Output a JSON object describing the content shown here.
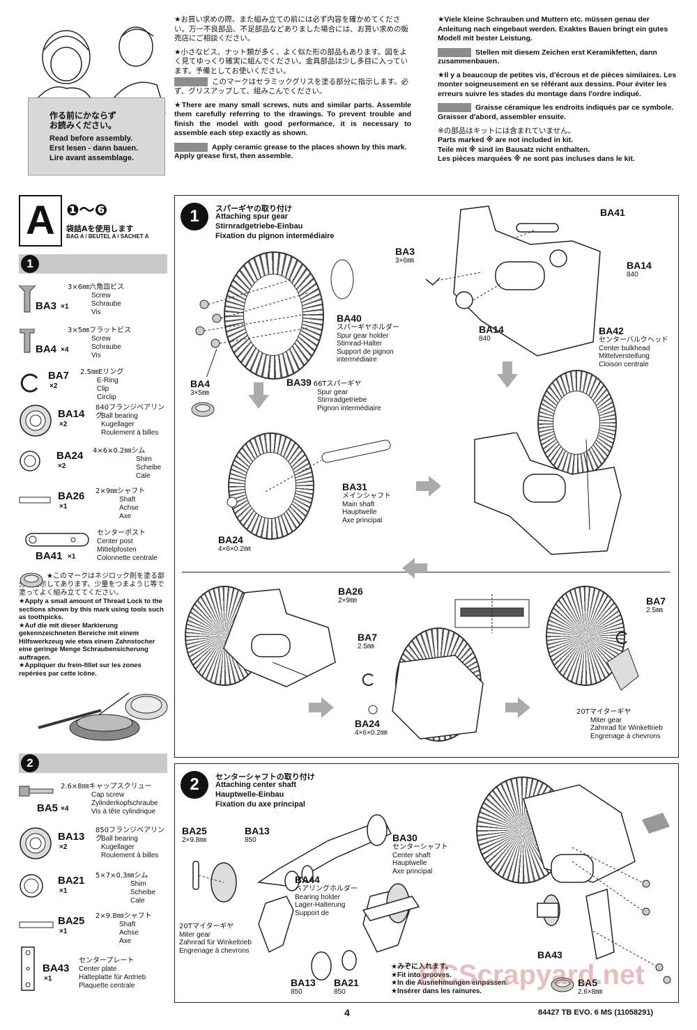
{
  "header": {
    "read_jp": "作る前にかならず\nお読みください。",
    "read_en": "Read before assembly.",
    "read_de": "Erst lesen - dann bauen.",
    "read_fr": "Lire avant assemblage.",
    "col1_jp": "★お買い求めの際、また組み立ての前には必ず内容を確かめてください。万一不良部品、不足部品などありました場合には、お買い求めの販売店にご相談ください。",
    "col1_jp2": "★小さなビス、ナット類が多く、よく似た形の部品もあります。図をよく見てゆっくり確実に組んでください。金具部品は少し多目に入っています。予備としてお使いください。",
    "col1_grease_jp": "このマークはセラミックグリスを塗る部分に指示します。必ず、グリスアップして、組みこんでください。",
    "col1_en": "★There are many small screws, nuts and similar parts. Assemble them carefully referring to the drawings. To prevent trouble and finish the model with good performance, it is necessary to assemble each step exactly as shown.",
    "col1_grease_en": "Apply ceramic grease to the places shown by this mark. Apply grease first, then assemble.",
    "col2_de": "★Viele kleine Schrauben und Muttern etc. müssen genau der Anleitung nach eingebaut werden. Exaktes Bauen bringt ein gutes Modell mit bester Leistung.",
    "col2_grease_de": "Stellen mit diesem Zeichen erst Keramikfetten, dann zusammenbauen.",
    "col2_fr": "★Il y a beaucoup de petites vis, d'écrous et de pièces similaires. Les monter soigneusement en se référant aux dessins. Pour éviter les erreurs suivre les stades du montage dans l'ordre indiqué.",
    "col2_grease_fr": "Graisse céramique les endroits indiqués par ce symbole. Graisser d'abord, assembler ensuite.",
    "col2_notincl_jp": "※の部品はキットには含まれていません。",
    "col2_notincl_en": "Parts marked ※ are not included in kit.",
    "col2_notincl_de": "Teile mit ※ sind im Bausatz nicht enthalten.",
    "col2_notincl_fr": "Les pièces marquées ※ ne sont pas incluses dans le kit."
  },
  "bag": {
    "letter": "A",
    "range": "❶～❻",
    "label_jp": "袋詰Aを使用します",
    "label_multi": "BAG A / BEUTEL A / SACHET A"
  },
  "step1_parts": [
    {
      "code": "BA3",
      "qty": "×1",
      "jp": "3×6㎜六角皿ビス",
      "en": "Screw",
      "de": "Schraube",
      "fr": "Vis"
    },
    {
      "code": "BA4",
      "qty": "×4",
      "jp": "3×5㎜フラットビス",
      "en": "Screw",
      "de": "Schraube",
      "fr": "Vis"
    },
    {
      "code": "BA7",
      "qty": "×2",
      "jp": "2.5㎜Eリング",
      "en": "E-Ring",
      "de": "Clip",
      "fr": "Circlip"
    },
    {
      "code": "BA14",
      "qty": "×2",
      "jp": "840フランジベアリング",
      "en": "Ball bearing",
      "de": "Kugellager",
      "fr": "Roulement à billes"
    },
    {
      "code": "BA24",
      "qty": "×2",
      "jp": "4×6×0.2㎜シム",
      "en": "Shim",
      "de": "Scheibe",
      "fr": "Cale"
    },
    {
      "code": "BA26",
      "qty": "×1",
      "jp": "2×9㎜シャフト",
      "en": "Shaft",
      "de": "Achse",
      "fr": "Axe"
    },
    {
      "code": "BA41",
      "qty": "×1",
      "jp": "センターポスト",
      "en": "Center post",
      "de": "Mittelpfosten",
      "fr": "Colonnette centrale"
    }
  ],
  "threadlock": {
    "jp": "★このマークはネジロック剤を塗る部分に指示してあります。少量をつまようじ等で塗ってよく組み立ててください。",
    "en": "★Apply a small amount of Thread Lock to the sections shown by this mark using tools such as toothpicks.",
    "de": "★Auf die mit dieser Markierung gekennzeichneten Bereiche mit einem Hilfswerkzeug wie etwa einem Zahnstocher eine geringe Menge Schraubensicherung auftragen.",
    "fr": "★Appliquer du frein-fillet sur les zones repérées par cette icône."
  },
  "step2_parts": [
    {
      "code": "BA5",
      "qty": "×4",
      "jp": "2.6×8㎜キャップスクリュー",
      "en": "Cap screw",
      "de": "Zylinderkopfschraube",
      "fr": "Vis à tête cylindrique"
    },
    {
      "code": "BA13",
      "qty": "×2",
      "jp": "850フランジベアリング",
      "en": "Ball bearing",
      "de": "Kugellager",
      "fr": "Roulement à billes"
    },
    {
      "code": "BA21",
      "qty": "×1",
      "jp": "5×7×0.3㎜シム",
      "en": "Shim",
      "de": "Scheibe",
      "fr": "Cale"
    },
    {
      "code": "BA25",
      "qty": "×1",
      "jp": "2×9.8㎜シャフト",
      "en": "Shaft",
      "de": "Achse",
      "fr": "Axe"
    },
    {
      "code": "BA43",
      "qty": "×1",
      "jp": "センタープレート",
      "en": "Center plate",
      "de": "Halteplatte für Antrieb",
      "fr": "Plaquette centrale"
    }
  ],
  "step1": {
    "num": "1",
    "title_jp": "スパーギヤの取り付け",
    "title_en": "Attaching spur gear",
    "title_de": "Stirnradgetriebe-Einbau",
    "title_fr": "Fixation du pignon intermédiaire",
    "ba40": {
      "code": "BA40",
      "jp": "スパーギヤホルダー",
      "en": "Spur gear holder",
      "de": "Stirnrad-Halter",
      "fr": "Support de pignon intermédiaire"
    },
    "ba39": {
      "code": "BA39",
      "jp": "66Tスパーギヤ",
      "en": "Spur gear",
      "de": "Stirnradgetriebe",
      "fr": "Pignon intermédiaire"
    },
    "ba4": {
      "code": "BA4",
      "size": "3×5㎜"
    },
    "ba3": {
      "code": "BA3",
      "size": "3×6㎜"
    },
    "ba41": {
      "code": "BA41"
    },
    "ba14a": {
      "code": "BA14",
      "size": "840"
    },
    "ba14b": {
      "code": "BA14",
      "size": "840"
    },
    "ba42": {
      "code": "BA42",
      "jp": "センターバルクヘッド",
      "en": "Center bulkhead",
      "de": "Mittelversteifung",
      "fr": "Cloison centrale"
    },
    "ba31": {
      "code": "BA31",
      "jp": "メインシャフト",
      "en": "Main shaft",
      "de": "Hauptwelle",
      "fr": "Axe principal"
    },
    "ba24a": {
      "code": "BA24",
      "size": "4×6×0.2㎜"
    },
    "ba26": {
      "code": "BA26",
      "size": "2×9㎜"
    },
    "ba7a": {
      "code": "BA7",
      "size": "2.5㎜"
    },
    "ba24b": {
      "code": "BA24",
      "size": "4×6×0.2㎜"
    },
    "ba7b": {
      "code": "BA7",
      "size": "2.5㎜"
    },
    "miter": {
      "jp": "20Tマイターギヤ",
      "en": "Miter gear",
      "de": "Zahnrad für Winkeltrieb",
      "fr": "Engrenage à chevrons"
    }
  },
  "step2": {
    "num": "2",
    "title_jp": "センターシャフトの取り付け",
    "title_en": "Attaching center shaft",
    "title_de": "Hauptwelle-Einbau",
    "title_fr": "Fixation du axe principal",
    "ba25": {
      "code": "BA25",
      "size": "2×9.8㎜"
    },
    "ba13a": {
      "code": "BA13",
      "size": "850"
    },
    "ba30": {
      "code": "BA30",
      "jp": "センターシャフト",
      "en": "Center shaft",
      "de": "Hauptwelle",
      "fr": "Axe principal"
    },
    "ba44": {
      "code": "BA44",
      "jp": "ベアリングホルダー",
      "en": "Bearing holder",
      "de": "Lager-Halterung",
      "fr": "Support de"
    },
    "miter": {
      "jp": "20Tマイターギヤ",
      "en": "Miter gear",
      "de": "Zahnrad für Winkeltrieb",
      "fr": "Engrenage à chevrons"
    },
    "grooves": {
      "jp": "★みぞに入れます。",
      "en": "★Fit into grooves.",
      "de": "★In die Ausnehmungen einpassen.",
      "fr": "★Insérer dans les rainures."
    },
    "ba13b": {
      "code": "BA13",
      "size": "850"
    },
    "ba21": {
      "code": "BA21",
      "size": "850"
    },
    "ba43": {
      "code": "BA43"
    },
    "ba5": {
      "code": "BA5",
      "size": "2.6×8㎜"
    }
  },
  "footer": {
    "page": "4",
    "model": "84427  TB EVO. 6 MS (11058291)"
  },
  "watermark": "RCScrapyard.net"
}
